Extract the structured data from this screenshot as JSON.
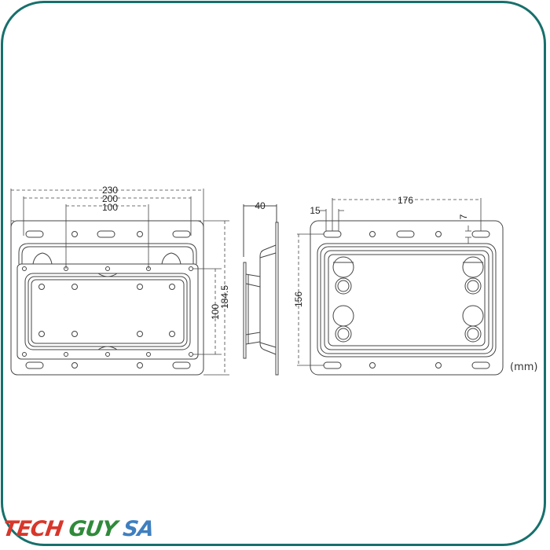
{
  "drawing": {
    "front_view": {
      "dimensions": {
        "width_outer": "230",
        "width_mid": "200",
        "width_inner": "100",
        "height_inner": "100",
        "height_outer": "184.5"
      }
    },
    "side_view": {
      "dimensions": {
        "depth": "40"
      }
    },
    "back_view": {
      "dimensions": {
        "hole_spacing": "176",
        "edge_offset": "15",
        "slot_gap": "7",
        "height": "156"
      }
    },
    "unit_label": "(mm)"
  },
  "logo": {
    "part1": "TECH ",
    "part2": "GUY ",
    "part3": "SA"
  },
  "colors": {
    "frame": "#17706c",
    "line": "#444444",
    "logo_red": "#d8372b",
    "logo_green": "#2f8a3a",
    "logo_blue": "#3f7fbf"
  }
}
